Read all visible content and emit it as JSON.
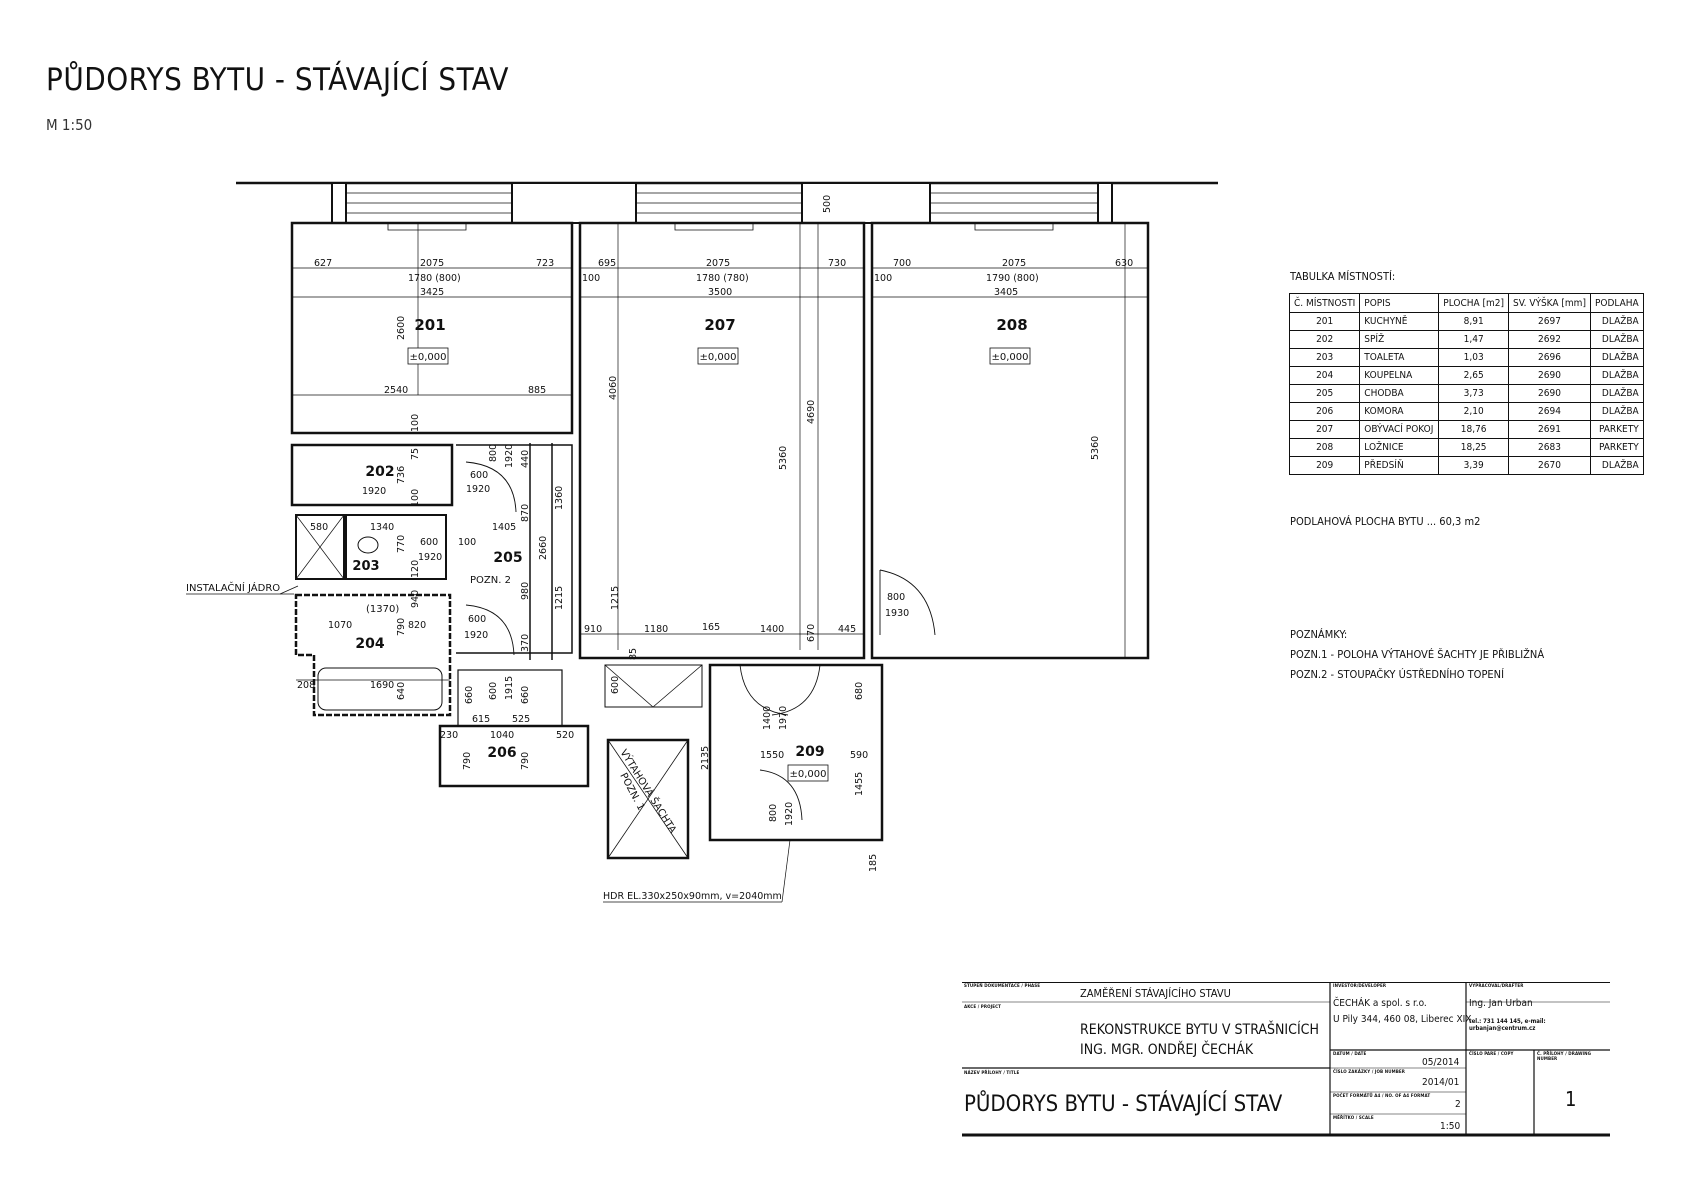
{
  "title": "PŮDORYS BYTU - STÁVAJÍCÍ STAV",
  "scale": "M 1:50",
  "rooms": [
    {
      "no": "201",
      "area_label": "±0,000"
    },
    {
      "no": "207",
      "area_label": "±0,000"
    },
    {
      "no": "208",
      "area_label": "±0,000"
    },
    {
      "no": "202"
    },
    {
      "no": "203"
    },
    {
      "no": "204"
    },
    {
      "no": "205"
    },
    {
      "no": "206"
    },
    {
      "no": "209",
      "area_label": "±0,000"
    }
  ],
  "plan_labels": {
    "installation_core": "INSTALAČNÍ JÁDRO",
    "pozn2": "POZN. 2",
    "shaft": "VÝTAHOVÁ ŠACHTA",
    "shaft_note": "POZN. 1",
    "door_note": "HDR EL.330x250x90mm, v=2040mm",
    "n1370": "(1370)"
  },
  "dims": {
    "r201_top": [
      "627",
      "2075",
      "723"
    ],
    "r201_win": "1780 (800)",
    "r201_w": "3425",
    "r207_top": [
      "695",
      "2075",
      "730"
    ],
    "r207_win": "1780 (780)",
    "r207_w": "3500",
    "r208_top": [
      "700",
      "2075",
      "630"
    ],
    "r208_win": "1790 (800)",
    "r208_w": "3405",
    "d100a": "100",
    "d100b": "100",
    "d2600": "2600",
    "d2540": "2540",
    "d885": "885",
    "d500": "500",
    "d4060": "4060",
    "d5360a": "5360",
    "d4690": "4690",
    "d5360b": "5360",
    "d100c": "100",
    "d75": "75",
    "d736": "736",
    "d100d": "100",
    "d1920a": "1920",
    "d800a": "800",
    "d1920b": "1920",
    "d440": "440",
    "d600a": "600",
    "d1920c": "1920",
    "d870": "870",
    "d1360": "1360",
    "d1405": "1405",
    "d580": "580",
    "d1340": "1340",
    "d770": "770",
    "d600b": "600",
    "d100e": "100",
    "d1920d": "1920",
    "d2660": "2660",
    "d120": "120",
    "d980": "980",
    "d1215a": "1215",
    "d1215b": "1215",
    "d940": "940",
    "d820": "820",
    "d790a": "790",
    "d1070": "1070",
    "d600c": "600",
    "d1920e": "1920",
    "d370": "370",
    "d910": "910",
    "d1180": "1180",
    "d165": "165",
    "d1400a": "1400",
    "d670": "670",
    "d445": "445",
    "d85": "85",
    "d600d": "600",
    "d800b": "800",
    "d1930": "1930",
    "d208": "208",
    "d1690": "1690",
    "d640": "640",
    "d660a": "660",
    "d600e": "600",
    "d1915": "1915",
    "d660b": "660",
    "d615": "615",
    "d525": "525",
    "d230": "230",
    "d1040": "1040",
    "d520": "520",
    "d790b": "790",
    "d790c": "790",
    "d1400b": "1400",
    "d1970": "1970",
    "d680": "680",
    "d2135": "2135",
    "d1550": "1550",
    "d590": "590",
    "d1455": "1455",
    "d800c": "800",
    "d1920f": "1920",
    "d185": "185"
  },
  "table": {
    "caption": "TABULKA MÍSTNOSTÍ:",
    "headers": [
      "Č. MÍSTNOSTI",
      "POPIS",
      "PLOCHA [m2]",
      "SV. VÝŠKA [mm]",
      "PODLAHA"
    ],
    "rows": [
      [
        "201",
        "KUCHYNĚ",
        "8,91",
        "2697",
        "DLAŽBA"
      ],
      [
        "202",
        "SPÍŽ",
        "1,47",
        "2692",
        "DLAŽBA"
      ],
      [
        "203",
        "TOALETA",
        "1,03",
        "2696",
        "DLAŽBA"
      ],
      [
        "204",
        "KOUPELNA",
        "2,65",
        "2690",
        "DLAŽBA"
      ],
      [
        "205",
        "CHODBA",
        "3,73",
        "2690",
        "DLAŽBA"
      ],
      [
        "206",
        "KOMORA",
        "2,10",
        "2694",
        "DLAŽBA"
      ],
      [
        "207",
        "OBÝVACÍ POKOJ",
        "18,76",
        "2691",
        "PARKETY"
      ],
      [
        "208",
        "LOŽNICE",
        "18,25",
        "2683",
        "PARKETY"
      ],
      [
        "209",
        "PŘEDSÍŇ",
        "3,39",
        "2670",
        "DLAŽBA"
      ]
    ]
  },
  "floor_area": "PODLAHOVÁ PLOCHA BYTU ... 60,3 m2",
  "notes": {
    "heading": "POZNÁMKY:",
    "items": [
      "POZN.1 - POLOHA VÝTAHOVÉ ŠACHTY JE PŘIBLIŽNÁ",
      "POZN.2 - STOUPAČKY ÚSTŘEDNÍHO TOPENÍ"
    ]
  },
  "titleblock": {
    "phase_label": "STUPEŇ DOKUMENTACE / PHASE",
    "phase": "ZAMĚŘENÍ STÁVAJÍCÍHO STAVU",
    "project_label": "AKCE / PROJECT",
    "project_line1": "REKONSTRUKCE BYTU V STRAŠNICÍCH",
    "project_line2": "ING. MGR. ONDŘEJ ČECHÁK",
    "drawing_title_label": "NÁZEV PŘÍLOHY / TITLE",
    "drawing_title": "PŮDORYS BYTU - STÁVAJÍCÍ STAV",
    "investor_label": "INVESTOR/DEVELOPER",
    "investor_name": "ČECHÁK a spol. s r.o.",
    "investor_address": "U Pily 344, 460 08, Liberec XIX",
    "author_label": "VYPRACOVAL/DRAFTER",
    "author_name": "Ing. Jan Urban",
    "author_contact": "tel.: 731 144 145, e-mail: urbanjan@centrum.cz",
    "date_label": "DATUM / DATE",
    "date": "05/2014",
    "copy_label": "ČÍSLO PARE / COPY",
    "job_label": "ČÍSLO ZAKÁZKY / JOB NUMBER",
    "job": "2014/01",
    "sheets_label": "POČET FORMÁTŮ A4 / NO. OF A4 FORMAT",
    "sheets": "2",
    "scale_label": "MĚŘÍTKO / SCALE",
    "scale": "1:50",
    "drawing_no_label": "Č. PŘÍLOHY / DRAWING NUMBER",
    "drawing_no": "1"
  }
}
